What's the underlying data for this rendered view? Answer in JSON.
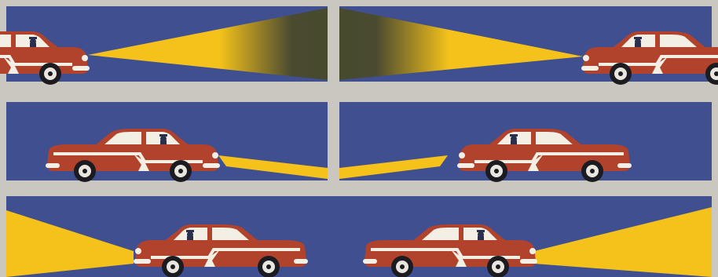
{
  "illustration": {
    "colors": {
      "frame": "#c9c7bf",
      "night_sky": "#3f4f8f",
      "headlight_beam": "#f4c21a",
      "beam_fade": "#4a4a30",
      "car_body": "#b1432c",
      "car_trim": "#f3efe4",
      "tire": "#1c1c20",
      "hubcap": "#e9e6df",
      "window": "#f3efe4",
      "driver": "#2b2f4e"
    },
    "panels": [
      {
        "id": "top-left",
        "car_faces": "right",
        "beam": "high"
      },
      {
        "id": "top-right",
        "car_faces": "left",
        "beam": "high"
      },
      {
        "id": "middle-left",
        "car_faces": "right",
        "beam": "low"
      },
      {
        "id": "middle-right",
        "car_faces": "left",
        "beam": "low"
      },
      {
        "id": "bottom-left",
        "car_faces": "left",
        "beam": "high"
      },
      {
        "id": "bottom-right",
        "car_faces": "right",
        "beam": "high"
      }
    ]
  }
}
